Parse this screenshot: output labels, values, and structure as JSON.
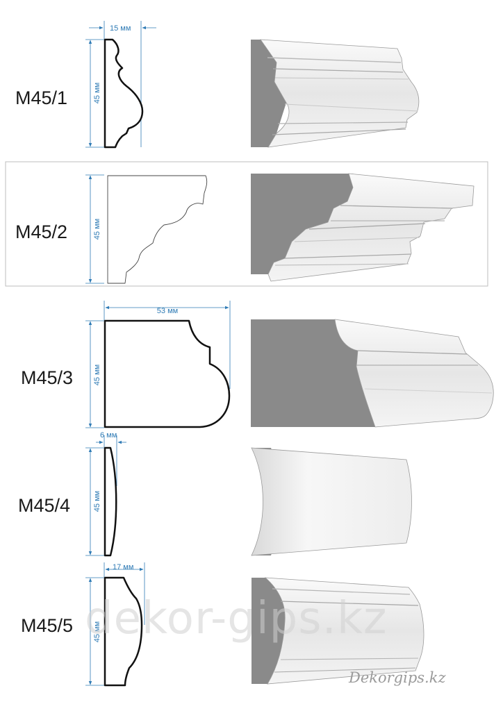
{
  "profiles": [
    {
      "code": "M45/1",
      "height_label": "45 мм",
      "width_label": "15 мм"
    },
    {
      "code": "M45/2",
      "height_label": "45 мм",
      "width_label": ""
    },
    {
      "code": "M45/3",
      "height_label": "45 мм",
      "width_label": "53 мм"
    },
    {
      "code": "M45/4",
      "height_label": "45 мм",
      "width_label": "6 мм"
    },
    {
      "code": "M45/5",
      "height_label": "45 мм",
      "width_label": "17 мм"
    }
  ],
  "watermark": "dekor-gips.kz",
  "signature": "Dekorgips.kz",
  "colors": {
    "dimension": "#2f7bb5",
    "outline": "#111111",
    "molding_face": "#efefef",
    "molding_shadow": "#8a8a8a",
    "frame": "#bdbdbd"
  }
}
